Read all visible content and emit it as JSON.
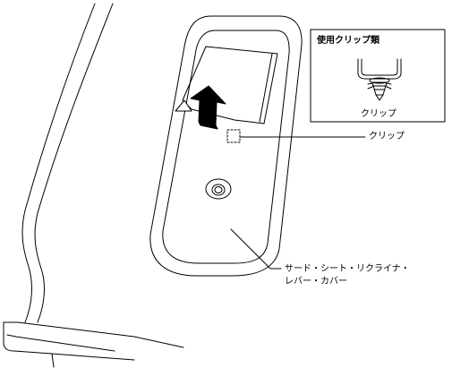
{
  "inset": {
    "title": "使用クリップ類",
    "clip_label": "クリップ"
  },
  "callouts": {
    "clip": "クリップ",
    "cover_line1": "サード・シート・リクライナ・",
    "cover_line2": "レバー・カバー"
  },
  "colors": {
    "line": "#000000",
    "background": "#ffffff"
  },
  "icons": [
    "up-arrow-icon"
  ]
}
